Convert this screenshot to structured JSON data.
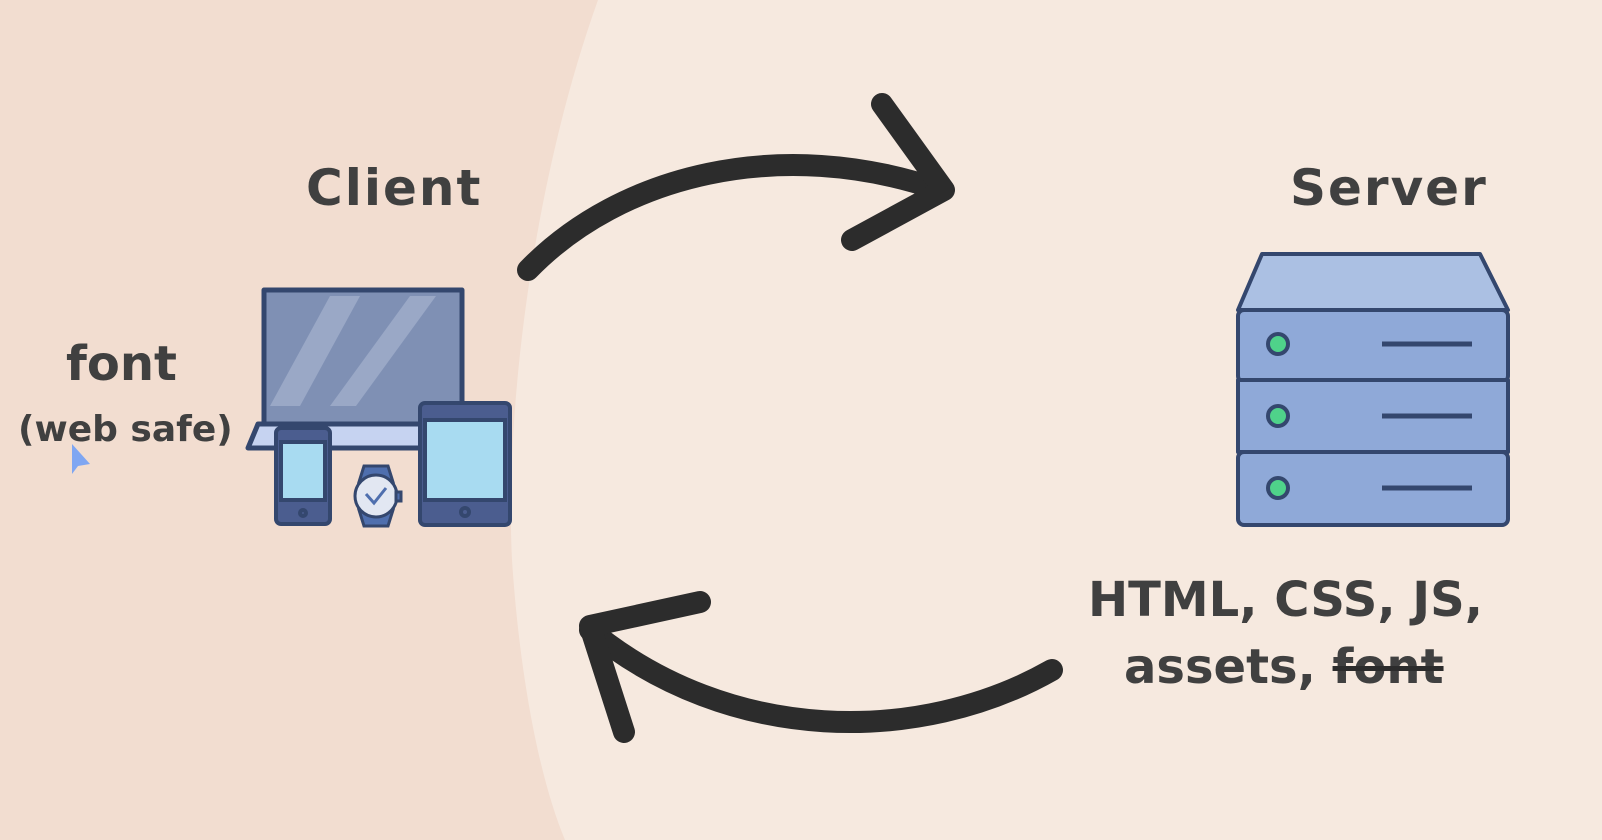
{
  "colors": {
    "left_panel": "#f2ddd0",
    "right_panel": "#f6e9df",
    "text": "#404040",
    "arrow": "#2c2c2c",
    "device_outline": "#34476e",
    "server_body": "#8fa9d8",
    "server_top": "#abc0e3",
    "server_led": "#4fd28a",
    "cursor": "#7fa6f2"
  },
  "client": {
    "title": "Client",
    "font_label": "font",
    "font_note": "(web safe)",
    "icons": [
      "laptop-icon",
      "phone-icon",
      "watch-icon",
      "tablet-icon"
    ]
  },
  "server": {
    "title": "Server",
    "payload_line1": "HTML, CSS, JS,",
    "payload_prefix": "assets, ",
    "payload_struck": "font",
    "icon": "server-rack-icon"
  },
  "arrows": {
    "request": "arrow-client-to-server-icon",
    "response": "arrow-server-to-client-icon"
  }
}
